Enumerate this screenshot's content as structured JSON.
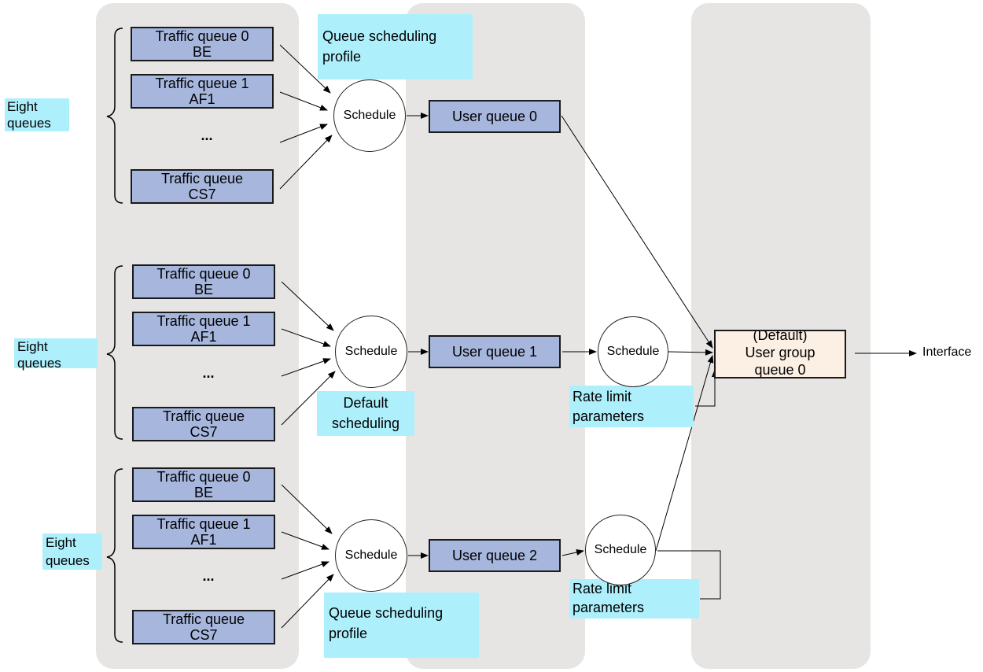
{
  "groups": [
    {
      "side_label": "Eight\nqueues",
      "traffic_queues": [
        {
          "line1": "Traffic queue 0",
          "line2": "BE"
        },
        {
          "line1": "Traffic queue 1",
          "line2": "AF1"
        },
        {
          "line1": "Traffic queue",
          "line2": "CS7"
        }
      ],
      "ellipsis": "...",
      "schedule": "Schedule",
      "user_queue": "User queue 0"
    },
    {
      "side_label": "Eight\nqueues",
      "traffic_queues": [
        {
          "line1": "Traffic queue 0",
          "line2": "BE"
        },
        {
          "line1": "Traffic queue 1",
          "line2": "AF1"
        },
        {
          "line1": "Traffic queue",
          "line2": "CS7"
        }
      ],
      "ellipsis": "...",
      "schedule": "Schedule",
      "user_queue": "User queue 1"
    },
    {
      "side_label": "Eight\nqueues",
      "traffic_queues": [
        {
          "line1": "Traffic queue 0",
          "line2": "BE"
        },
        {
          "line1": "Traffic queue 1",
          "line2": "AF1"
        },
        {
          "line1": "Traffic queue",
          "line2": "CS7"
        }
      ],
      "ellipsis": "...",
      "schedule": "Schedule",
      "user_queue": "User queue 2"
    }
  ],
  "notes": {
    "queue_profile_top": "Queue scheduling\nprofile",
    "default_scheduling": "Default\nscheduling",
    "queue_profile_bottom": "Queue scheduling\nprofile",
    "rate_limit_1": "Rate limit\nparameters",
    "rate_limit_2": "Rate limit\nparameters"
  },
  "second_level": {
    "schedule_1": "Schedule",
    "schedule_2": "Schedule"
  },
  "user_group_queue": {
    "line1": "(Default)",
    "line2": "User group",
    "line3": "queue 0"
  },
  "interface_label": "Interface",
  "colors": {
    "panel": "#e6e5e4",
    "queue_box": "#a6b6dd",
    "note": "#aeeffc",
    "group_queue": "#fcefe4"
  }
}
